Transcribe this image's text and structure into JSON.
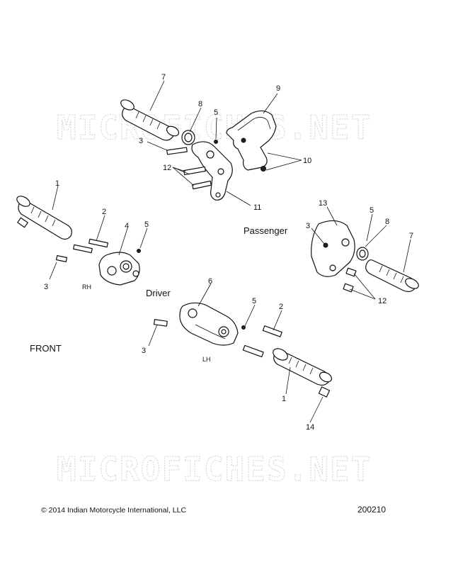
{
  "watermark": "MICROFICHES.NET",
  "labels": {
    "passenger": "Passenger",
    "driver": "Driver",
    "front": "FRONT",
    "rh": "RH",
    "lh": "LH"
  },
  "callouts": {
    "n7a": "7",
    "n8a": "8",
    "n5a": "5",
    "n9": "9",
    "n3a": "3",
    "n12a": "12",
    "n10": "10",
    "n11": "11",
    "n1a": "1",
    "n2a": "2",
    "n4": "4",
    "n5b": "5",
    "n3b": "3",
    "n13": "13",
    "n3c": "3",
    "n5c": "5",
    "n8b": "8",
    "n7b": "7",
    "n12b": "12",
    "n6": "6",
    "n5d": "5",
    "n2b": "2",
    "n3d": "3",
    "n1b": "1",
    "n14": "14"
  },
  "footer": {
    "copyright_symbol": "©",
    "copyright": "2014 Indian Motorcycle International, LLC",
    "diagram_number": "200210"
  }
}
